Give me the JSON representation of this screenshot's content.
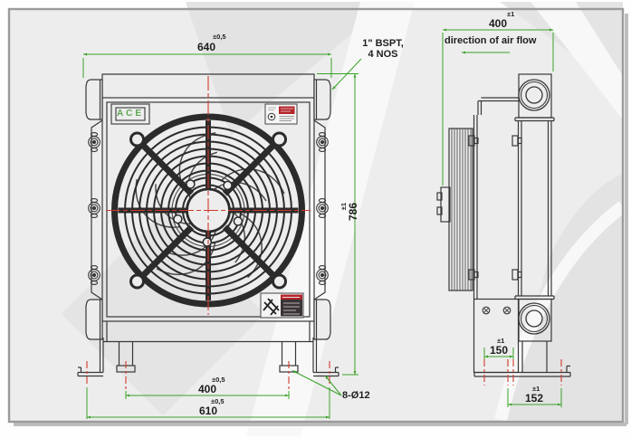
{
  "labels": {
    "brand": "ACE",
    "port_callout": [
      "1\" BSPT,",
      "4 NOS"
    ],
    "air_flow": "direction of air flow",
    "hole_callout": "8-Ø12"
  },
  "dimensions": {
    "front_width": {
      "value": "640",
      "tol": "±0,5"
    },
    "front_height": {
      "value": "786",
      "tol": "±1"
    },
    "foot_span_inner": {
      "value": "400",
      "tol": "±0,5"
    },
    "foot_span_outer": {
      "value": "610",
      "tol": "±0,5"
    },
    "side_depth": {
      "value": "400",
      "tol": "±1"
    },
    "side_span_inner": {
      "value": "150",
      "tol": "±1"
    },
    "side_span_outer": {
      "value": "152",
      "tol": "±1"
    }
  },
  "colors": {
    "dimension_green": "#3aa227",
    "centerline_red": "#d23a2e",
    "line_dark": "#383838",
    "brand_green": "#5fa653",
    "sticker_red": "#b3252a",
    "sheet": "#ededed"
  }
}
